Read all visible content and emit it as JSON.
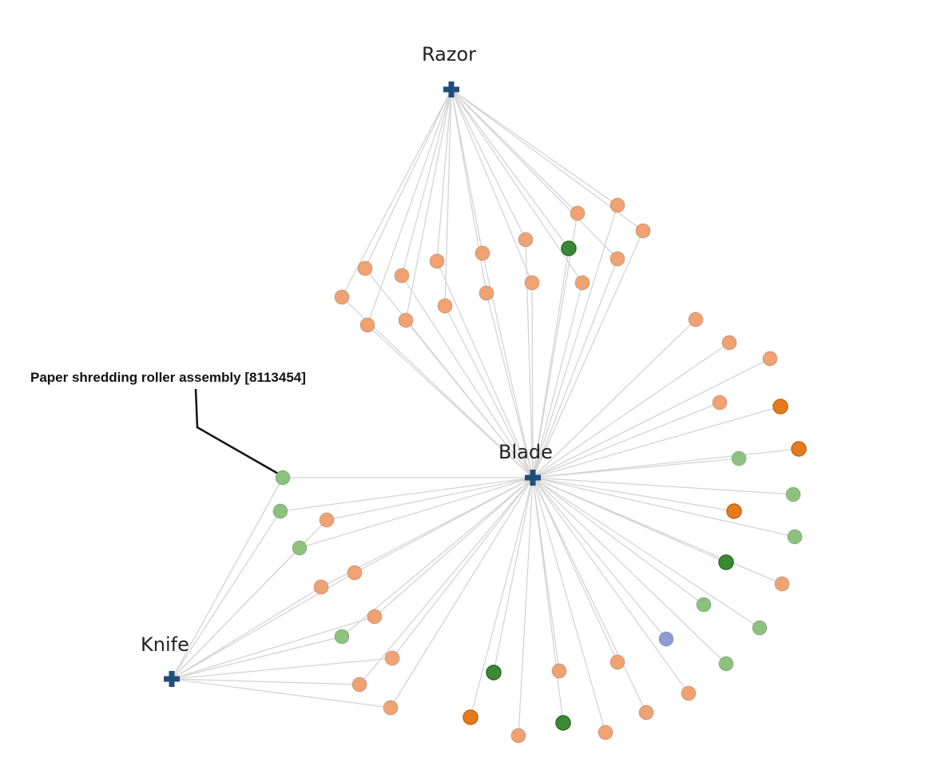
{
  "hubs": {
    "razor": {
      "label": "Razor"
    },
    "blade": {
      "label": "Blade"
    },
    "knife": {
      "label": "Knife"
    }
  },
  "annotation": {
    "text": "Paper shredding roller assembly [8113454]"
  },
  "colors": {
    "hub": "#1F4E79",
    "edge": "#D4D4D4",
    "peach": "#F0A272",
    "light_green": "#8CC27E",
    "dark_green": "#3B8A33",
    "dark_orange": "#E67A1F",
    "blue": "#8F9CD2"
  }
}
